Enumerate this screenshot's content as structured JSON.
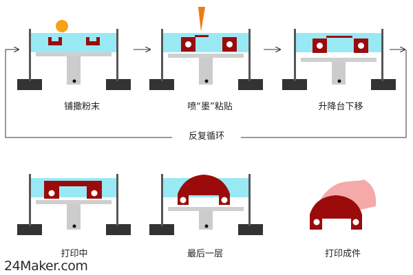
{
  "steps": [
    {
      "label": "铺撒粉末"
    },
    {
      "label": "喷“墨”粘贴"
    },
    {
      "label": "升降台下移"
    },
    {
      "label": "打印中"
    },
    {
      "label": "最后一层"
    },
    {
      "label": "打印成件"
    }
  ],
  "loop_label": "反复循环",
  "watermark": "24Maker.com",
  "colors": {
    "powder_bed": "#99e9f5",
    "part": "#9b0b0b",
    "part_light": "#f5a9a9",
    "powder_ball": "#f5a11a",
    "nozzle": "#f07a10",
    "frame": "#555555",
    "foot": "#333333",
    "platform": "#cfcfcf",
    "piston": "#cccccc"
  },
  "icons": [
    "arrow-right-icon",
    "loop-arrow-icon"
  ]
}
